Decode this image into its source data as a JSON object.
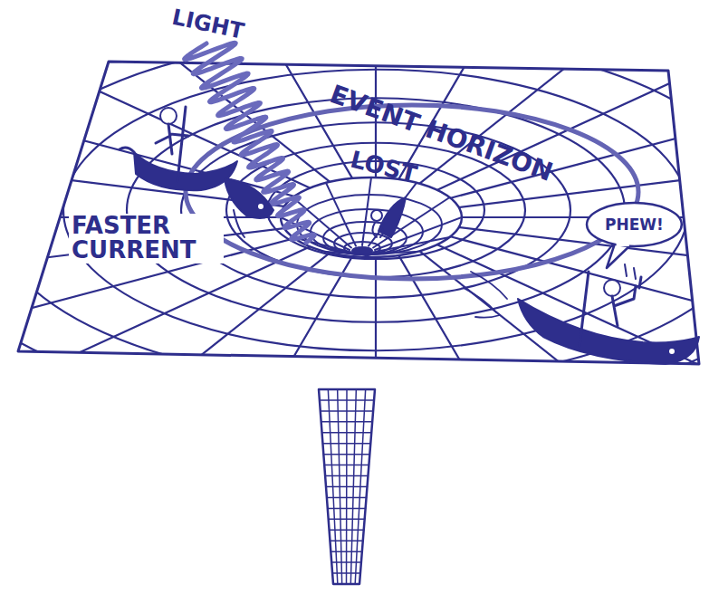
{
  "diagram": {
    "nodes": [
      {
        "text": [
          "PHEW!"
        ]
      }
    ],
    "labels": [
      "LIGHT",
      "EVENT HORIZON",
      "LOST",
      "FASTER CURRENT"
    ]
  }
}
